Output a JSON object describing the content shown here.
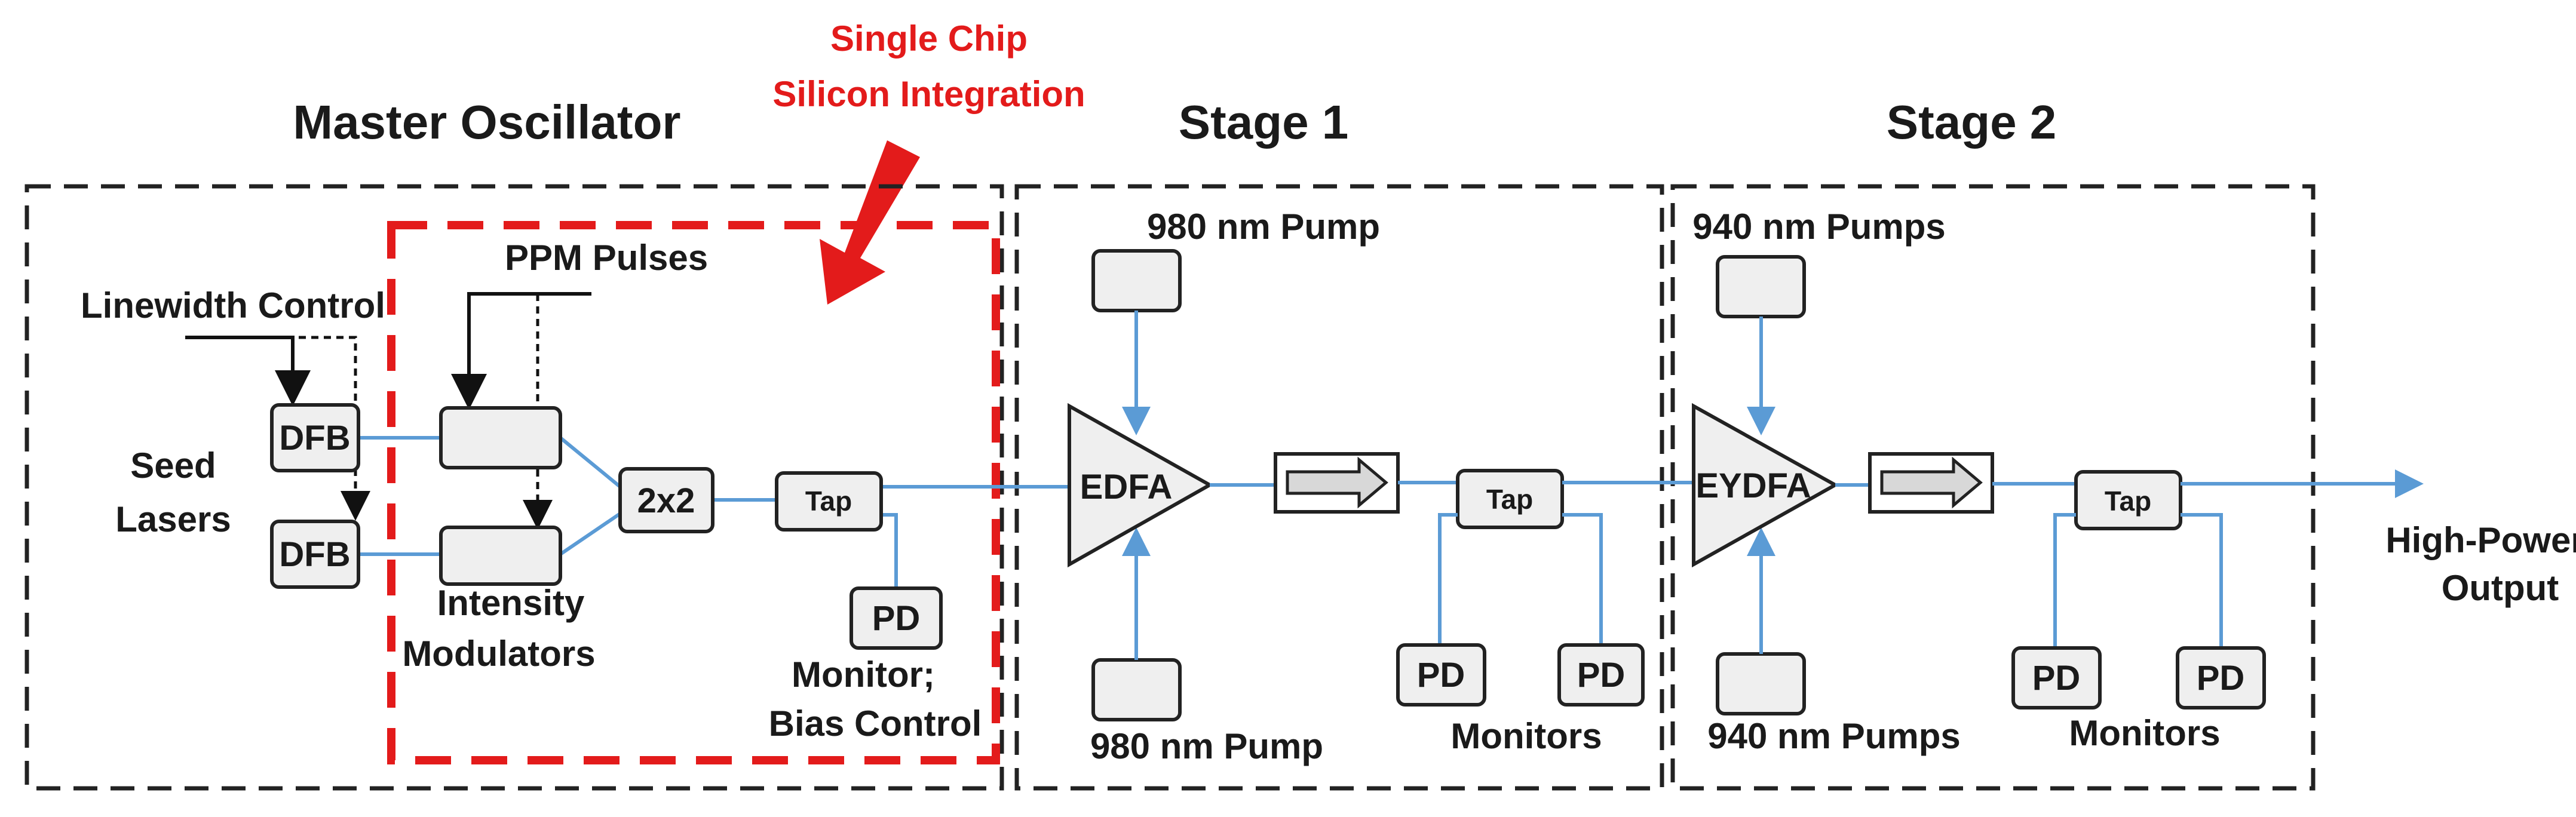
{
  "titles": {
    "master_oscillator": "Master Oscillator",
    "stage1": "Stage 1",
    "stage2": "Stage 2",
    "chip_line1": "Single Chip",
    "chip_line2": "Silicon Integration"
  },
  "master": {
    "linewidth_control": "Linewidth Control",
    "ppm_pulses": "PPM Pulses",
    "seed_line1": "Seed",
    "seed_line2": "Lasers",
    "dfb_top": "DFB",
    "dfb_bottom": "DFB",
    "coupler": "2x2",
    "tap": "Tap",
    "pd": "PD",
    "intensity_line1": "Intensity",
    "intensity_line2": "Modulators",
    "monitor_line1": "Monitor;",
    "monitor_line2": "Bias Control"
  },
  "stage1": {
    "pump_top": "980 nm Pump",
    "pump_bottom": "980 nm Pump",
    "amplifier": "EDFA",
    "tap": "Tap",
    "pd_left": "PD",
    "pd_right": "PD",
    "monitors": "Monitors"
  },
  "stage2": {
    "pump_top": "940 nm Pumps",
    "pump_bottom": "940 nm Pumps",
    "amplifier": "EYDFA",
    "tap": "Tap",
    "pd_left": "PD",
    "pd_right": "PD",
    "monitors": "Monitors"
  },
  "output": {
    "line1": "High-Power",
    "line2": "Output"
  },
  "colors": {
    "fiber": "#5b9bd5",
    "chip_highlight": "#e31b1b",
    "box_fill": "#efefef",
    "stroke": "#222222"
  }
}
